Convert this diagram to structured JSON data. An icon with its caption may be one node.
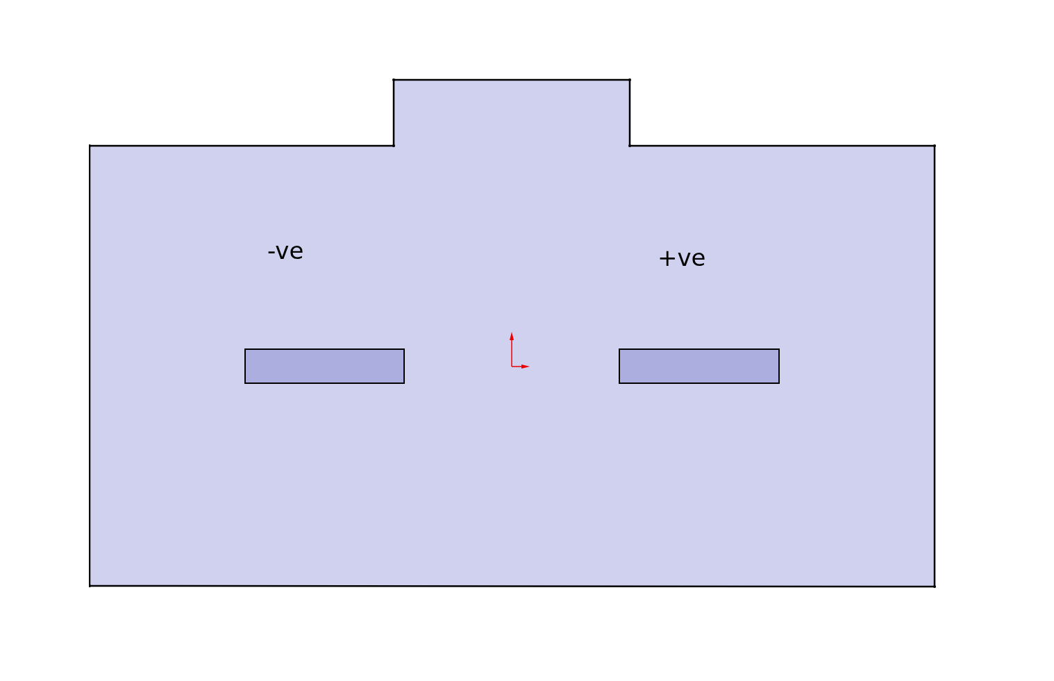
{
  "diagram": {
    "nodes": [
      {
        "text": [],
        "shape": "box"
      },
      {
        "text": [
          "-ve"
        ],
        "in": 0
      },
      {
        "text": [
          "+ve"
        ],
        "in": 0
      }
    ]
  }
}
